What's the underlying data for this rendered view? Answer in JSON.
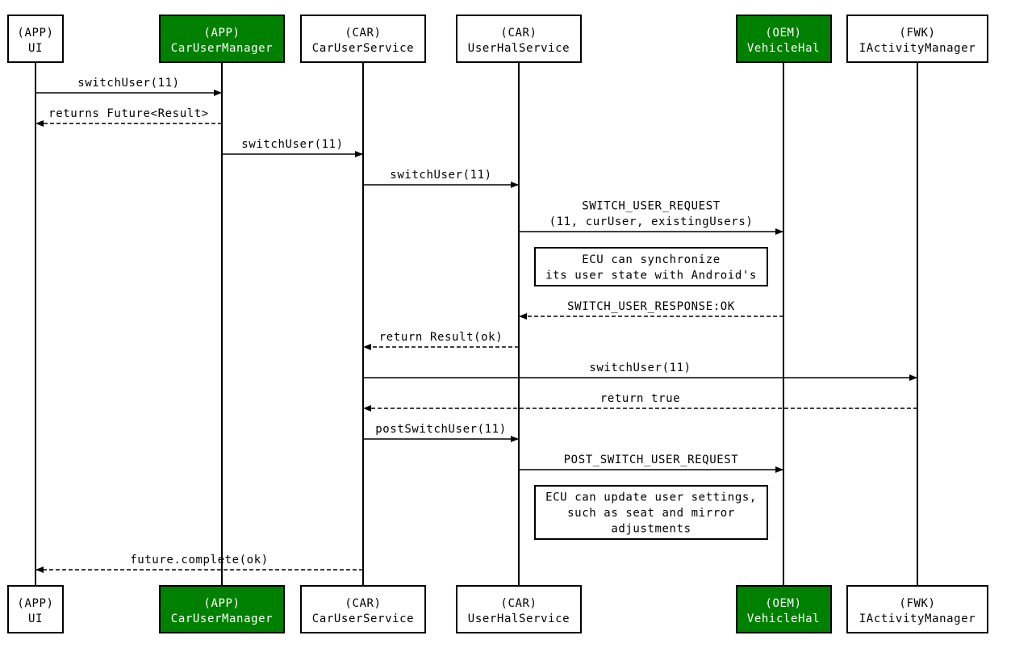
{
  "colors": {
    "highlight_fill": "#008000",
    "highlight_text": "#ffffff",
    "normal_fill": "#ffffff",
    "normal_text": "#000000"
  },
  "participants": [
    {
      "id": "ui",
      "line1": "(APP)",
      "line2": "UI",
      "highlight": false
    },
    {
      "id": "cum",
      "line1": "(APP)",
      "line2": "CarUserManager",
      "highlight": true
    },
    {
      "id": "cus",
      "line1": "(CAR)",
      "line2": "CarUserService",
      "highlight": false
    },
    {
      "id": "uhs",
      "line1": "(CAR)",
      "line2": "UserHalService",
      "highlight": false
    },
    {
      "id": "vh",
      "line1": "(OEM)",
      "line2": "VehicleHal",
      "highlight": true
    },
    {
      "id": "iam",
      "line1": "(FWK)",
      "line2": "IActivityManager",
      "highlight": false
    }
  ],
  "messages": [
    {
      "from": "ui",
      "to": "cum",
      "label": [
        "switchUser(11)"
      ],
      "dashed": false
    },
    {
      "from": "cum",
      "to": "ui",
      "label": [
        "returns Future<Result>"
      ],
      "dashed": true
    },
    {
      "from": "cum",
      "to": "cus",
      "label": [
        "switchUser(11)"
      ],
      "dashed": false
    },
    {
      "from": "cus",
      "to": "uhs",
      "label": [
        "switchUser(11)"
      ],
      "dashed": false
    },
    {
      "from": "uhs",
      "to": "vh",
      "label": [
        "SWITCH_USER_REQUEST",
        "(11, curUser, existingUsers)"
      ],
      "dashed": false
    },
    {
      "note": [
        "ECU can synchronize",
        "its user state with Android's"
      ]
    },
    {
      "from": "vh",
      "to": "uhs",
      "label": [
        "SWITCH_USER_RESPONSE:OK"
      ],
      "dashed": true
    },
    {
      "from": "uhs",
      "to": "cus",
      "label": [
        "return Result(ok)"
      ],
      "dashed": true
    },
    {
      "from": "cus",
      "to": "iam",
      "label": [
        "switchUser(11)"
      ],
      "dashed": false
    },
    {
      "from": "iam",
      "to": "cus",
      "label": [
        "return true"
      ],
      "dashed": true
    },
    {
      "from": "cus",
      "to": "uhs",
      "label": [
        "postSwitchUser(11)"
      ],
      "dashed": false
    },
    {
      "from": "uhs",
      "to": "vh",
      "label": [
        "POST_SWITCH_USER_REQUEST"
      ],
      "dashed": false
    },
    {
      "note": [
        "ECU can update user settings,",
        "such as seat and mirror",
        "adjustments"
      ]
    },
    {
      "from": "cus",
      "to": "ui",
      "label": [
        "future.complete(ok)"
      ],
      "dashed": true
    }
  ]
}
